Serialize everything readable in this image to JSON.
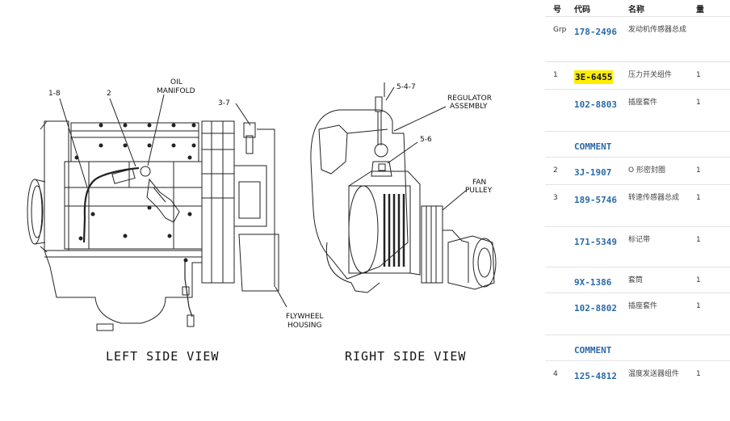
{
  "diagram": {
    "labels": {
      "l18": "1-8",
      "l2": "2",
      "oil1": "OIL",
      "oil2": "MANIFOLD",
      "l37": "3-7",
      "l547": "5-4-7",
      "reg1": "REGULATOR",
      "reg2": "ASSEMBLY",
      "l56": "5-6",
      "fan1": "FAN",
      "fan2": "PULLEY",
      "fly1": "FLYWHEEL",
      "fly2": "HOUSING"
    },
    "left_view_title": "LEFT SIDE VIEW",
    "right_view_title": "RIGHT SIDE VIEW"
  },
  "parts_table": {
    "headers": [
      "号",
      "代码",
      "名称",
      "量"
    ],
    "rows": [
      {
        "no": "Grp",
        "code": "178-2496",
        "name": "发动机传感器总成",
        "qty": "",
        "highlight": false
      },
      {
        "no": "1",
        "code": "3E-6455",
        "name": "压力开关组件",
        "qty": "1",
        "highlight": true
      },
      {
        "no": "",
        "code": "102-8803",
        "name": "插座套件",
        "qty": "1",
        "highlight": false
      },
      {
        "no": "",
        "code": "COMMENT",
        "name": "",
        "qty": "",
        "highlight": false
      },
      {
        "no": "2",
        "code": "3J-1907",
        "name": "O 形密封圈",
        "qty": "1",
        "highlight": false
      },
      {
        "no": "3",
        "code": "189-5746",
        "name": "转速传感器总成",
        "qty": "1",
        "highlight": false
      },
      {
        "no": "",
        "code": "171-5349",
        "name": "标记带",
        "qty": "1",
        "highlight": false
      },
      {
        "no": "",
        "code": "9X-1386",
        "name": "套筒",
        "qty": "1",
        "highlight": false
      },
      {
        "no": "",
        "code": "102-8802",
        "name": "插座套件",
        "qty": "1",
        "highlight": false
      },
      {
        "no": "",
        "code": "COMMENT",
        "name": "",
        "qty": "",
        "highlight": false
      },
      {
        "no": "4",
        "code": "125-4812",
        "name": "温度发送器组件",
        "qty": "1",
        "highlight": false
      }
    ]
  }
}
